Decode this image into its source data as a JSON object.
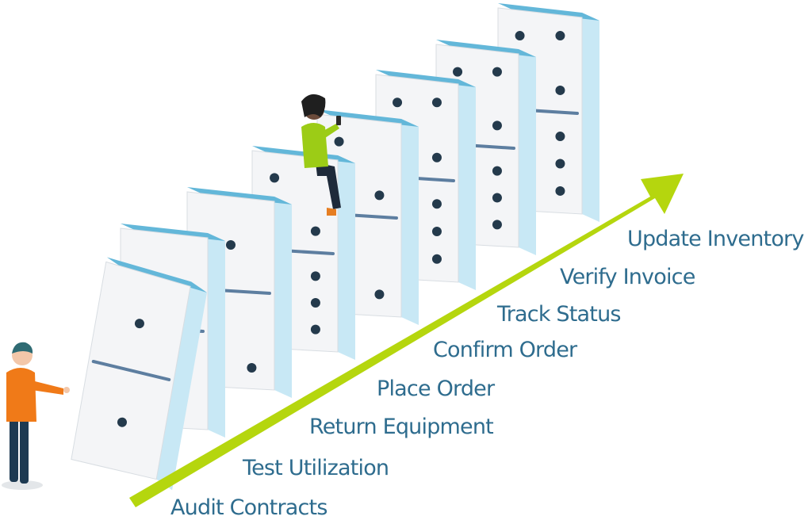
{
  "colors": {
    "arrow": "#b5d60e",
    "label_text": "#2e6c8e",
    "domino_face": "#f4f5f7",
    "domino_top": "#63b7d9",
    "domino_side": "#c8e8f5",
    "domino_pip": "#243a4c",
    "person_left_shirt": "#f07a18",
    "person_left_pants": "#1d3a52",
    "person_sitting_shirt": "#9ccc16",
    "person_sitting_pants": "#1e2a3a"
  },
  "steps": [
    {
      "label": "Audit Contracts"
    },
    {
      "label": "Test Utilization"
    },
    {
      "label": "Return Equipment"
    },
    {
      "label": "Place Order"
    },
    {
      "label": "Confirm Order"
    },
    {
      "label": "Track Status"
    },
    {
      "label": "Verify Invoice"
    },
    {
      "label": "Update Inventory"
    }
  ],
  "dominoes": [
    {
      "top_pips": 1,
      "bottom_pips": 1,
      "state": "tilted"
    },
    {
      "top_pips": 1,
      "bottom_pips": 1,
      "state": "standing"
    },
    {
      "top_pips": 1,
      "bottom_pips": 2,
      "state": "standing"
    },
    {
      "top_pips": 2,
      "bottom_pips": 6,
      "state": "standing"
    },
    {
      "top_pips": 2,
      "bottom_pips": 2,
      "state": "standing"
    },
    {
      "top_pips": 4,
      "bottom_pips": 6,
      "state": "standing"
    },
    {
      "top_pips": 4,
      "bottom_pips": 6,
      "state": "standing"
    },
    {
      "top_pips": 4,
      "bottom_pips": 6,
      "state": "standing"
    }
  ],
  "people": [
    {
      "role": "pusher",
      "pose": "standing-pointing"
    },
    {
      "role": "observer",
      "pose": "sitting-on-domino"
    }
  ]
}
